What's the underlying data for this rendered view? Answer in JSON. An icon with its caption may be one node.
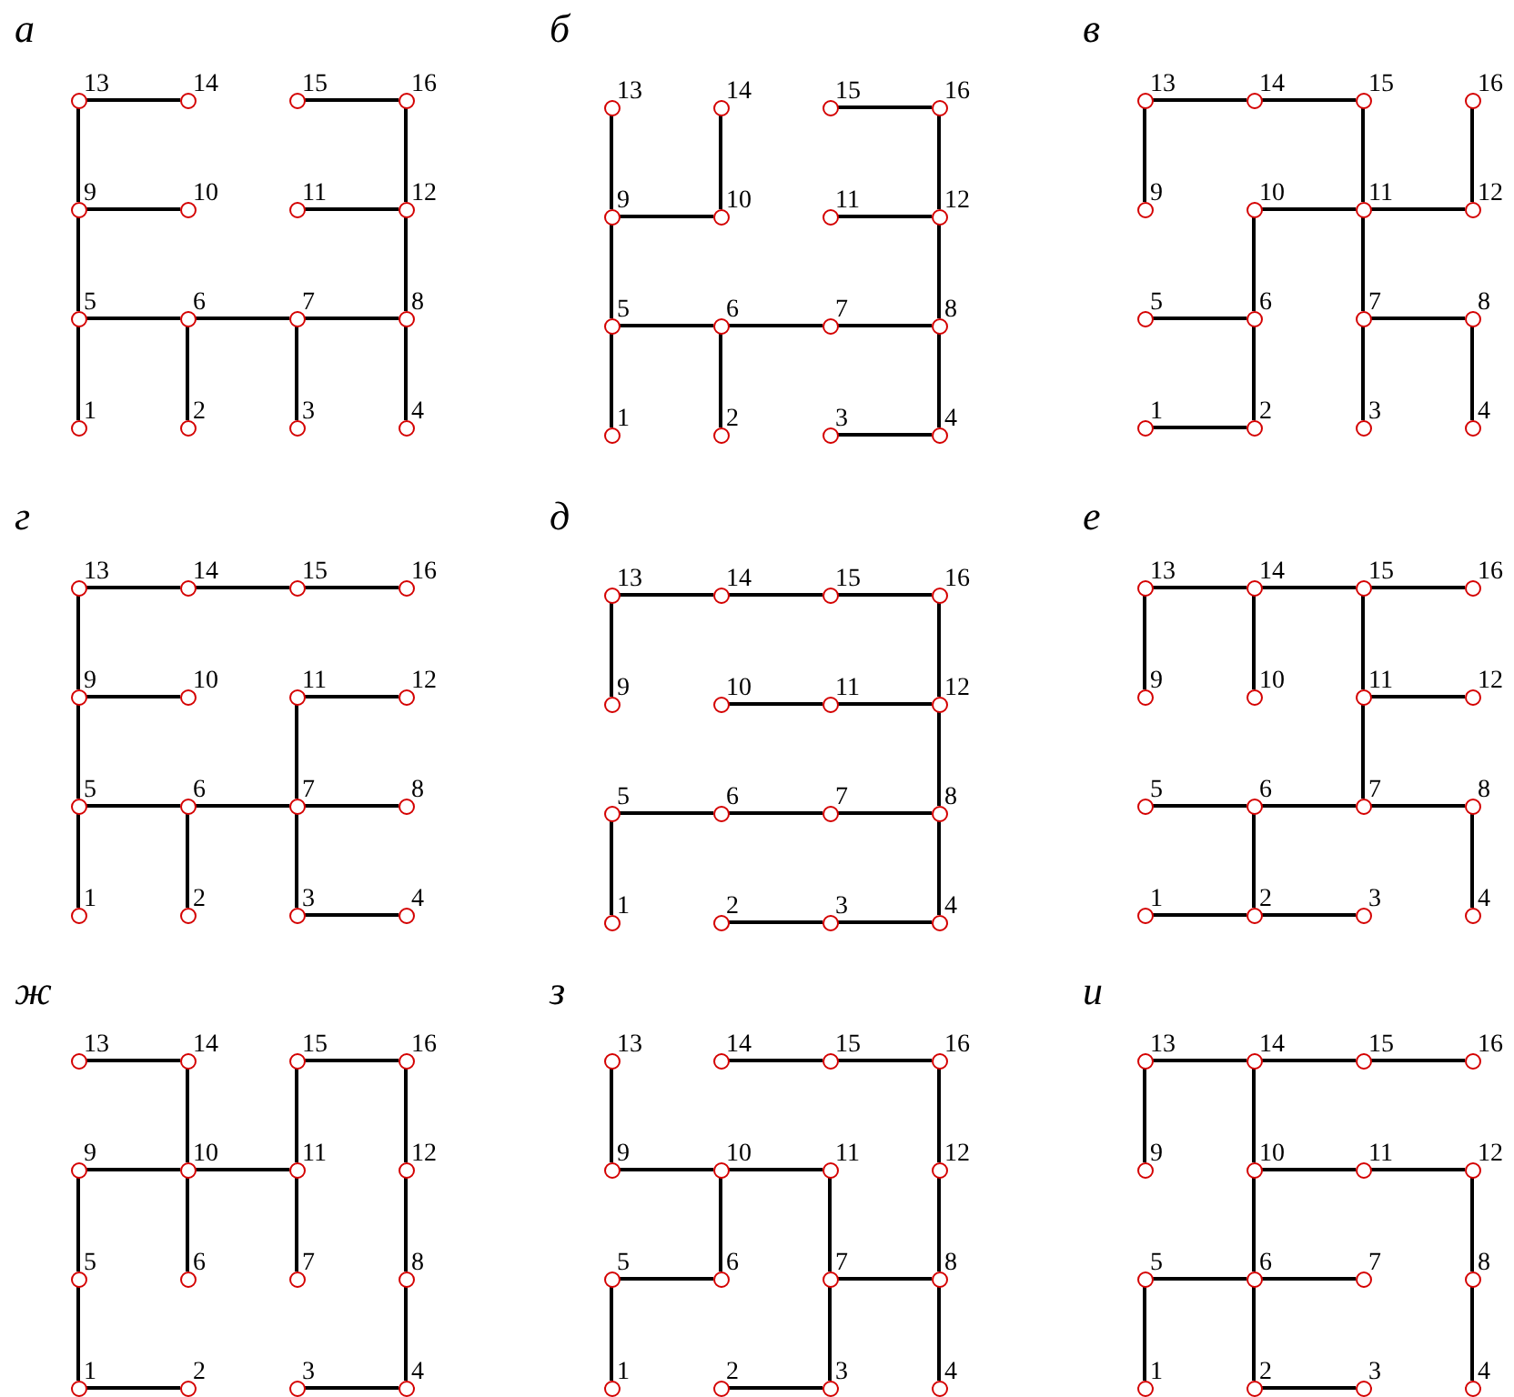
{
  "diagram": {
    "nodes": [
      {
        "text": [],
        "shape": "circle",
        "beside": [
          "13"
        ]
      },
      {
        "text": [],
        "shape": "circle",
        "beside": [
          "14"
        ]
      },
      {
        "text": [],
        "shape": "circle",
        "beside": [
          "15"
        ]
      },
      {
        "text": [],
        "shape": "circle",
        "beside": [
          "16"
        ]
      },
      {
        "text": [],
        "shape": "circle",
        "beside": [
          "9"
        ]
      },
      {
        "text": [],
        "shape": "circle",
        "beside": [
          "10"
        ]
      },
      {
        "text": [],
        "shape": "circle",
        "beside": [
          "11"
        ]
      },
      {
        "text": [],
        "shape": "circle",
        "beside": [
          "12"
        ]
      },
      {
        "text": [],
        "shape": "circle",
        "beside": [
          "5"
        ]
      },
      {
        "text": [],
        "shape": "circle",
        "beside": [
          "6"
        ]
      },
      {
        "text": [],
        "shape": "circle",
        "beside": [
          "7"
        ]
      },
      {
        "text": [],
        "shape": "circle",
        "beside": [
          "8"
        ]
      },
      {
        "text": [],
        "shape": "circle",
        "beside": [
          "1"
        ]
      },
      {
        "text": [],
        "shape": "circle",
        "beside": [
          "2"
        ]
      },
      {
        "text": [],
        "shape": "circle",
        "beside": [
          "3"
        ]
      },
      {
        "text": [],
        "shape": "circle",
        "beside": [
          "4"
        ]
      },
      {
        "text": [],
        "shape": "circle",
        "beside": [
          "13"
        ]
      },
      {
        "text": [],
        "shape": "circle",
        "beside": [
          "14"
        ]
      },
      {
        "text": [],
        "shape": "circle",
        "beside": [
          "15"
        ]
      },
      {
        "text": [],
        "shape": "circle",
        "beside": [
          "16"
        ]
      },
      {
        "text": [],
        "shape": "circle",
        "beside": [
          "9"
        ]
      },
      {
        "text": [],
        "shape": "circle",
        "beside": [
          "10"
        ]
      },
      {
        "text": [],
        "shape": "circle",
        "beside": [
          "11"
        ]
      },
      {
        "text": [],
        "shape": "circle",
        "beside": [
          "12"
        ]
      },
      {
        "text": [],
        "shape": "circle",
        "beside": [
          "5"
        ]
      },
      {
        "text": [],
        "shape": "circle",
        "beside": [
          "6"
        ]
      },
      {
        "text": [],
        "shape": "circle",
        "beside": [
          "7"
        ]
      },
      {
        "text": [],
        "shape": "circle",
        "beside": [
          "8"
        ]
      },
      {
        "text": [],
        "shape": "circle",
        "beside": [
          "1"
        ]
      },
      {
        "text": [],
        "shape": "circle",
        "beside": [
          "2"
        ]
      },
      {
        "text": [],
        "shape": "circle",
        "beside": [
          "3"
        ]
      },
      {
        "text": [],
        "shape": "circle",
        "beside": [
          "4"
        ]
      },
      {
        "text": [],
        "shape": "circle",
        "beside": [
          "13"
        ]
      },
      {
        "text": [],
        "shape": "circle",
        "beside": [
          "14"
        ]
      },
      {
        "text": [],
        "shape": "circle",
        "beside": [
          "15"
        ]
      },
      {
        "text": [],
        "shape": "circle",
        "beside": [
          "16"
        ]
      },
      {
        "text": [],
        "shape": "circle",
        "beside": [
          "9"
        ]
      },
      {
        "text": [],
        "shape": "circle",
        "beside": [
          "10"
        ]
      },
      {
        "text": [],
        "shape": "circle",
        "beside": [
          "11"
        ]
      },
      {
        "text": [],
        "shape": "circle",
        "beside": [
          "12"
        ]
      },
      {
        "text": [],
        "shape": "circle",
        "beside": [
          "5"
        ]
      },
      {
        "text": [],
        "shape": "circle",
        "beside": [
          "6"
        ]
      },
      {
        "text": [],
        "shape": "circle",
        "beside": [
          "7"
        ]
      },
      {
        "text": [],
        "shape": "circle",
        "beside": [
          "8"
        ]
      },
      {
        "text": [],
        "shape": "circle",
        "beside": [
          "1"
        ]
      },
      {
        "text": [],
        "shape": "circle",
        "beside": [
          "2"
        ]
      },
      {
        "text": [],
        "shape": "circle",
        "beside": [
          "3"
        ]
      },
      {
        "text": [],
        "shape": "circle",
        "beside": [
          "4"
        ]
      },
      {
        "text": [],
        "shape": "circle",
        "beside": [
          "13"
        ]
      },
      {
        "text": [],
        "shape": "circle",
        "beside": [
          "14"
        ]
      },
      {
        "text": [],
        "shape": "circle",
        "beside": [
          "15"
        ]
      },
      {
        "text": [],
        "shape": "circle",
        "beside": [
          "16"
        ]
      },
      {
        "text": [],
        "shape": "circle",
        "beside": [
          "9"
        ]
      },
      {
        "text": [],
        "shape": "circle",
        "beside": [
          "10"
        ]
      },
      {
        "text": [],
        "shape": "circle",
        "beside": [
          "11"
        ]
      },
      {
        "text": [],
        "shape": "circle",
        "beside": [
          "12"
        ]
      },
      {
        "text": [],
        "shape": "circle",
        "beside": [
          "5"
        ]
      },
      {
        "text": [],
        "shape": "circle",
        "beside": [
          "6"
        ]
      },
      {
        "text": [],
        "shape": "circle",
        "beside": [
          "7"
        ]
      },
      {
        "text": [],
        "shape": "circle",
        "beside": [
          "8"
        ]
      },
      {
        "text": [],
        "shape": "circle",
        "beside": [
          "1"
        ]
      },
      {
        "text": [],
        "shape": "circle",
        "beside": [
          "2"
        ]
      },
      {
        "text": [],
        "shape": "circle",
        "beside": [
          "3"
        ]
      },
      {
        "text": [],
        "shape": "circle",
        "beside": [
          "4"
        ]
      },
      {
        "text": [],
        "shape": "circle",
        "beside": [
          "13"
        ]
      },
      {
        "text": [],
        "shape": "circle",
        "beside": [
          "14"
        ]
      },
      {
        "text": [],
        "shape": "circle",
        "beside": [
          "15"
        ]
      },
      {
        "text": [],
        "shape": "circle",
        "beside": [
          "16"
        ]
      },
      {
        "text": [],
        "shape": "circle",
        "beside": [
          "9"
        ]
      },
      {
        "text": [],
        "shape": "circle",
        "beside": [
          "10"
        ]
      },
      {
        "text": [],
        "shape": "circle",
        "beside": [
          "11"
        ]
      },
      {
        "text": [],
        "shape": "circle",
        "beside": [
          "12"
        ]
      },
      {
        "text": [],
        "shape": "circle",
        "beside": [
          "5"
        ]
      },
      {
        "text": [],
        "shape": "circle",
        "beside": [
          "6"
        ]
      },
      {
        "text": [],
        "shape": "circle",
        "beside": [
          "7"
        ]
      },
      {
        "text": [],
        "shape": "circle",
        "beside": [
          "8"
        ]
      },
      {
        "text": [],
        "shape": "circle",
        "beside": [
          "1"
        ]
      },
      {
        "text": [],
        "shape": "circle",
        "beside": [
          "2"
        ]
      },
      {
        "text": [],
        "shape": "circle",
        "beside": [
          "3"
        ]
      },
      {
        "text": [],
        "shape": "circle",
        "beside": [
          "4"
        ]
      },
      {
        "text": [],
        "shape": "circle",
        "beside": [
          "13"
        ]
      },
      {
        "text": [],
        "shape": "circle",
        "beside": [
          "14"
        ]
      },
      {
        "text": [],
        "shape": "circle",
        "beside": [
          "15"
        ]
      },
      {
        "text": [],
        "shape": "circle",
        "beside": [
          "16"
        ]
      },
      {
        "text": [],
        "shape": "circle",
        "beside": [
          "9"
        ]
      },
      {
        "text": [],
        "shape": "circle",
        "beside": [
          "10"
        ]
      },
      {
        "text": [],
        "shape": "circle",
        "beside": [
          "11"
        ]
      },
      {
        "text": [],
        "shape": "circle",
        "beside": [
          "12"
        ]
      },
      {
        "text": [],
        "shape": "circle",
        "beside": [
          "5"
        ]
      },
      {
        "text": [],
        "shape": "circle",
        "beside": [
          "6"
        ]
      },
      {
        "text": [],
        "shape": "circle",
        "beside": [
          "7"
        ]
      },
      {
        "text": [],
        "shape": "circle",
        "beside": [
          "8"
        ]
      },
      {
        "text": [],
        "shape": "circle",
        "beside": [
          "1"
        ]
      },
      {
        "text": [],
        "shape": "circle",
        "beside": [
          "2"
        ]
      },
      {
        "text": [],
        "shape": "circle",
        "beside": [
          "3"
        ]
      },
      {
        "text": [],
        "shape": "circle",
        "beside": [
          "4"
        ]
      },
      {
        "text": [],
        "shape": "circle",
        "beside": [
          "13"
        ]
      },
      {
        "text": [],
        "shape": "circle",
        "beside": [
          "14"
        ]
      },
      {
        "text": [],
        "shape": "circle",
        "beside": [
          "15"
        ]
      },
      {
        "text": [],
        "shape": "circle",
        "beside": [
          "16"
        ]
      },
      {
        "text": [],
        "shape": "circle",
        "beside": [
          "9"
        ]
      },
      {
        "text": [],
        "shape": "circle",
        "beside": [
          "10"
        ]
      },
      {
        "text": [],
        "shape": "circle",
        "beside": [
          "11"
        ]
      },
      {
        "text": [],
        "shape": "circle",
        "beside": [
          "12"
        ]
      },
      {
        "text": [],
        "shape": "circle",
        "beside": [
          "5"
        ]
      },
      {
        "text": [],
        "shape": "circle",
        "beside": [
          "6"
        ]
      },
      {
        "text": [],
        "shape": "circle",
        "beside": [
          "7"
        ]
      },
      {
        "text": [],
        "shape": "circle",
        "beside": [
          "8"
        ]
      },
      {
        "text": [],
        "shape": "circle",
        "beside": [
          "1"
        ]
      },
      {
        "text": [],
        "shape": "circle",
        "beside": [
          "2"
        ]
      },
      {
        "text": [],
        "shape": "circle",
        "beside": [
          "3"
        ]
      },
      {
        "text": [],
        "shape": "circle",
        "beside": [
          "4"
        ]
      },
      {
        "text": [],
        "shape": "circle",
        "beside": [
          "13"
        ]
      },
      {
        "text": [],
        "shape": "circle",
        "beside": [
          "14"
        ]
      },
      {
        "text": [],
        "shape": "circle",
        "beside": [
          "15"
        ]
      },
      {
        "text": [],
        "shape": "circle",
        "beside": [
          "16"
        ]
      },
      {
        "text": [],
        "shape": "circle",
        "beside": [
          "9"
        ]
      },
      {
        "text": [],
        "shape": "circle",
        "beside": [
          "10"
        ]
      },
      {
        "text": [],
        "shape": "circle",
        "beside": [
          "11"
        ]
      },
      {
        "text": [],
        "shape": "circle",
        "beside": [
          "12"
        ]
      },
      {
        "text": [],
        "shape": "circle",
        "beside": [
          "5"
        ]
      },
      {
        "text": [],
        "shape": "circle",
        "beside": [
          "6"
        ]
      },
      {
        "text": [],
        "shape": "circle",
        "beside": [
          "7"
        ]
      },
      {
        "text": [],
        "shape": "circle",
        "beside": [
          "8"
        ]
      },
      {
        "text": [],
        "shape": "circle",
        "beside": [
          "1"
        ]
      },
      {
        "text": [],
        "shape": "circle",
        "beside": [
          "2"
        ]
      },
      {
        "text": [],
        "shape": "circle",
        "beside": [
          "3"
        ]
      },
      {
        "text": [],
        "shape": "circle",
        "beside": [
          "4"
        ]
      },
      {
        "text": [],
        "shape": "circle",
        "beside": [
          "13"
        ]
      },
      {
        "text": [],
        "shape": "circle",
        "beside": [
          "14"
        ]
      },
      {
        "text": [],
        "shape": "circle",
        "beside": [
          "15"
        ]
      },
      {
        "text": [],
        "shape": "circle",
        "beside": [
          "16"
        ]
      },
      {
        "text": [],
        "shape": "circle",
        "beside": [
          "9"
        ]
      },
      {
        "text": [],
        "shape": "circle",
        "beside": [
          "10"
        ]
      },
      {
        "text": [],
        "shape": "circle",
        "beside": [
          "11"
        ]
      },
      {
        "text": [],
        "shape": "circle",
        "beside": [
          "12"
        ]
      },
      {
        "text": [],
        "shape": "circle",
        "beside": [
          "5"
        ]
      },
      {
        "text": [],
        "shape": "circle",
        "beside": [
          "6"
        ]
      },
      {
        "text": [],
        "shape": "circle",
        "beside": [
          "7"
        ]
      },
      {
        "text": [],
        "shape": "circle",
        "beside": [
          "8"
        ]
      },
      {
        "text": [],
        "shape": "circle",
        "beside": [
          "1"
        ]
      },
      {
        "text": [],
        "shape": "circle",
        "beside": [
          "2"
        ]
      },
      {
        "text": [],
        "shape": "circle",
        "beside": [
          "3"
        ]
      },
      {
        "text": [],
        "shape": "circle",
        "beside": [
          "4"
        ]
      }
    ],
    "edges": [
      {
        "from": 0,
        "to": 1,
        "arrow": "none"
      },
      {
        "from": 2,
        "to": 3,
        "arrow": "none"
      },
      {
        "from": 0,
        "to": 4,
        "arrow": "none"
      },
      {
        "from": 4,
        "to": 5,
        "arrow": "none"
      },
      {
        "from": 6,
        "to": 7,
        "arrow": "none"
      },
      {
        "from": 3,
        "to": 7,
        "arrow": "none"
      },
      {
        "from": 4,
        "to": 8,
        "arrow": "none"
      },
      {
        "from": 7,
        "to": 11,
        "arrow": "none"
      },
      {
        "from": 8,
        "to": 9,
        "arrow": "none"
      },
      {
        "from": 9,
        "to": 10,
        "arrow": "none"
      },
      {
        "from": 10,
        "to": 11,
        "arrow": "none"
      },
      {
        "from": 8,
        "to": 12,
        "arrow": "none"
      },
      {
        "from": 9,
        "to": 13,
        "arrow": "none"
      },
      {
        "from": 10,
        "to": 14,
        "arrow": "none"
      },
      {
        "from": 11,
        "to": 15,
        "arrow": "none"
      },
      {
        "from": 16,
        "to": 20,
        "arrow": "none"
      },
      {
        "from": 17,
        "to": 21,
        "arrow": "none"
      },
      {
        "from": 20,
        "to": 21,
        "arrow": "none"
      },
      {
        "from": 18,
        "to": 19,
        "arrow": "none"
      },
      {
        "from": 19,
        "to": 23,
        "arrow": "none"
      },
      {
        "from": 22,
        "to": 23,
        "arrow": "none"
      },
      {
        "from": 20,
        "to": 24,
        "arrow": "none"
      },
      {
        "from": 23,
        "to": 27,
        "arrow": "none"
      },
      {
        "from": 24,
        "to": 25,
        "arrow": "none"
      },
      {
        "from": 25,
        "to": 26,
        "arrow": "none"
      },
      {
        "from": 26,
        "to": 27,
        "arrow": "none"
      },
      {
        "from": 24,
        "to": 28,
        "arrow": "none"
      },
      {
        "from": 25,
        "to": 29,
        "arrow": "none"
      },
      {
        "from": 30,
        "to": 31,
        "arrow": "none"
      },
      {
        "from": 27,
        "to": 31,
        "arrow": "none"
      },
      {
        "from": 32,
        "to": 33,
        "arrow": "none"
      },
      {
        "from": 33,
        "to": 34,
        "arrow": "none"
      },
      {
        "from": 32,
        "to": 36,
        "arrow": "none"
      },
      {
        "from": 34,
        "to": 38,
        "arrow": "none"
      },
      {
        "from": 35,
        "to": 39,
        "arrow": "none"
      },
      {
        "from": 37,
        "to": 38,
        "arrow": "none"
      },
      {
        "from": 38,
        "to": 39,
        "arrow": "none"
      },
      {
        "from": 37,
        "to": 41,
        "arrow": "none"
      },
      {
        "from": 38,
        "to": 42,
        "arrow": "none"
      },
      {
        "from": 40,
        "to": 41,
        "arrow": "none"
      },
      {
        "from": 42,
        "to": 43,
        "arrow": "none"
      },
      {
        "from": 41,
        "to": 45,
        "arrow": "none"
      },
      {
        "from": 44,
        "to": 45,
        "arrow": "none"
      },
      {
        "from": 42,
        "to": 46,
        "arrow": "none"
      },
      {
        "from": 43,
        "to": 47,
        "arrow": "none"
      },
      {
        "from": 48,
        "to": 49,
        "arrow": "none"
      },
      {
        "from": 49,
        "to": 50,
        "arrow": "none"
      },
      {
        "from": 50,
        "to": 51,
        "arrow": "none"
      },
      {
        "from": 48,
        "to": 52,
        "arrow": "none"
      },
      {
        "from": 52,
        "to": 53,
        "arrow": "none"
      },
      {
        "from": 54,
        "to": 55,
        "arrow": "none"
      },
      {
        "from": 52,
        "to": 56,
        "arrow": "none"
      },
      {
        "from": 54,
        "to": 58,
        "arrow": "none"
      },
      {
        "from": 56,
        "to": 57,
        "arrow": "none"
      },
      {
        "from": 57,
        "to": 58,
        "arrow": "none"
      },
      {
        "from": 58,
        "to": 59,
        "arrow": "none"
      },
      {
        "from": 56,
        "to": 60,
        "arrow": "none"
      },
      {
        "from": 57,
        "to": 61,
        "arrow": "none"
      },
      {
        "from": 58,
        "to": 62,
        "arrow": "none"
      },
      {
        "from": 62,
        "to": 63,
        "arrow": "none"
      },
      {
        "from": 64,
        "to": 65,
        "arrow": "none"
      },
      {
        "from": 65,
        "to": 66,
        "arrow": "none"
      },
      {
        "from": 66,
        "to": 67,
        "arrow": "none"
      },
      {
        "from": 64,
        "to": 68,
        "arrow": "none"
      },
      {
        "from": 67,
        "to": 71,
        "arrow": "none"
      },
      {
        "from": 69,
        "to": 70,
        "arrow": "none"
      },
      {
        "from": 70,
        "to": 71,
        "arrow": "none"
      },
      {
        "from": 71,
        "to": 75,
        "arrow": "none"
      },
      {
        "from": 72,
        "to": 73,
        "arrow": "none"
      },
      {
        "from": 73,
        "to": 74,
        "arrow": "none"
      },
      {
        "from": 74,
        "to": 75,
        "arrow": "none"
      },
      {
        "from": 72,
        "to": 76,
        "arrow": "none"
      },
      {
        "from": 75,
        "to": 79,
        "arrow": "none"
      },
      {
        "from": 77,
        "to": 78,
        "arrow": "none"
      },
      {
        "from": 78,
        "to": 79,
        "arrow": "none"
      },
      {
        "from": 80,
        "to": 81,
        "arrow": "none"
      },
      {
        "from": 81,
        "to": 82,
        "arrow": "none"
      },
      {
        "from": 82,
        "to": 83,
        "arrow": "none"
      },
      {
        "from": 80,
        "to": 84,
        "arrow": "none"
      },
      {
        "from": 81,
        "to": 85,
        "arrow": "none"
      },
      {
        "from": 82,
        "to": 86,
        "arrow": "none"
      },
      {
        "from": 86,
        "to": 87,
        "arrow": "none"
      },
      {
        "from": 86,
        "to": 90,
        "arrow": "none"
      },
      {
        "from": 88,
        "to": 89,
        "arrow": "none"
      },
      {
        "from": 89,
        "to": 90,
        "arrow": "none"
      },
      {
        "from": 90,
        "to": 91,
        "arrow": "none"
      },
      {
        "from": 89,
        "to": 93,
        "arrow": "none"
      },
      {
        "from": 92,
        "to": 93,
        "arrow": "none"
      },
      {
        "from": 93,
        "to": 94,
        "arrow": "none"
      },
      {
        "from": 91,
        "to": 95,
        "arrow": "none"
      },
      {
        "from": 96,
        "to": 97,
        "arrow": "none"
      },
      {
        "from": 98,
        "to": 99,
        "arrow": "none"
      },
      {
        "from": 97,
        "to": 101,
        "arrow": "none"
      },
      {
        "from": 98,
        "to": 102,
        "arrow": "none"
      },
      {
        "from": 99,
        "to": 103,
        "arrow": "none"
      },
      {
        "from": 100,
        "to": 101,
        "arrow": "none"
      },
      {
        "from": 101,
        "to": 102,
        "arrow": "none"
      },
      {
        "from": 100,
        "to": 104,
        "arrow": "none"
      },
      {
        "from": 101,
        "to": 105,
        "arrow": "none"
      },
      {
        "from": 102,
        "to": 106,
        "arrow": "none"
      },
      {
        "from": 103,
        "to": 107,
        "arrow": "none"
      },
      {
        "from": 104,
        "to": 108,
        "arrow": "none"
      },
      {
        "from": 108,
        "to": 109,
        "arrow": "none"
      },
      {
        "from": 110,
        "to": 111,
        "arrow": "none"
      },
      {
        "from": 107,
        "to": 111,
        "arrow": "none"
      },
      {
        "from": 112,
        "to": 116,
        "arrow": "none"
      },
      {
        "from": 113,
        "to": 114,
        "arrow": "none"
      },
      {
        "from": 114,
        "to": 115,
        "arrow": "none"
      },
      {
        "from": 115,
        "to": 119,
        "arrow": "none"
      },
      {
        "from": 116,
        "to": 117,
        "arrow": "none"
      },
      {
        "from": 117,
        "to": 118,
        "arrow": "none"
      },
      {
        "from": 118,
        "to": 122,
        "arrow": "none"
      },
      {
        "from": 119,
        "to": 123,
        "arrow": "none"
      },
      {
        "from": 117,
        "to": 121,
        "arrow": "none"
      },
      {
        "from": 120,
        "to": 121,
        "arrow": "none"
      },
      {
        "from": 122,
        "to": 123,
        "arrow": "none"
      },
      {
        "from": 120,
        "to": 124,
        "arrow": "none"
      },
      {
        "from": 122,
        "to": 126,
        "arrow": "none"
      },
      {
        "from": 125,
        "to": 126,
        "arrow": "none"
      },
      {
        "from": 123,
        "to": 127,
        "arrow": "none"
      },
      {
        "from": 128,
        "to": 129,
        "arrow": "none"
      },
      {
        "from": 129,
        "to": 130,
        "arrow": "none"
      },
      {
        "from": 130,
        "to": 131,
        "arrow": "none"
      },
      {
        "from": 128,
        "to": 132,
        "arrow": "none"
      },
      {
        "from": 129,
        "to": 133,
        "arrow": "none"
      },
      {
        "from": 133,
        "to": 134,
        "arrow": "none"
      },
      {
        "from": 134,
        "to": 135,
        "arrow": "none"
      },
      {
        "from": 135,
        "to": 139,
        "arrow": "none"
      },
      {
        "from": 133,
        "to": 137,
        "arrow": "none"
      },
      {
        "from": 136,
        "to": 137,
        "arrow": "none"
      },
      {
        "from": 137,
        "to": 138,
        "arrow": "none"
      },
      {
        "from": 136,
        "to": 140,
        "arrow": "none"
      },
      {
        "from": 137,
        "to": 141,
        "arrow": "none"
      },
      {
        "from": 141,
        "to": 142,
        "arrow": "none"
      },
      {
        "from": 139,
        "to": 143,
        "arrow": "none"
      }
    ],
    "labels": [
      "а",
      "б",
      "в",
      "г",
      "д",
      "е",
      "ж",
      "з",
      "и"
    ]
  }
}
